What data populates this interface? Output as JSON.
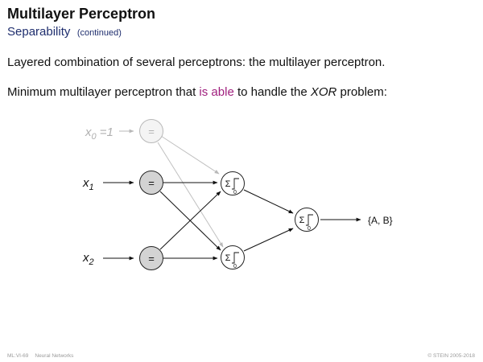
{
  "slide": {
    "title": "Multilayer Perceptron",
    "subtitle": "Separability",
    "subtitle_note": "(continued)",
    "paragraph1": "Layered combination of several perceptrons: the multilayer perceptron.",
    "paragraph2": {
      "before": "Minimum multilayer perceptron that ",
      "highlight": "is able",
      "middle": " to handle the ",
      "emphasis": "XOR",
      "after": " problem:"
    }
  },
  "diagram": {
    "bias_input": {
      "var": "x",
      "sub": "0",
      "eq": " =1"
    },
    "input_1": {
      "var": "x",
      "sub": "1"
    },
    "input_2": {
      "var": "x",
      "sub": "2"
    },
    "input_node_symbol": "=",
    "sum_symbol": "Σ",
    "threshold_symbol": "0",
    "output_label": "{A, B}"
  },
  "footer": {
    "left_code": "ML:VI-69",
    "left_topic": "Neural Networks",
    "right": "© STEIN 2005-2018"
  },
  "colors": {
    "subtitle": "#1f2e6e",
    "highlight": "#a0207e",
    "bias_gray": "#b0b0b0",
    "input_node_fill": "#d3d3d3"
  }
}
